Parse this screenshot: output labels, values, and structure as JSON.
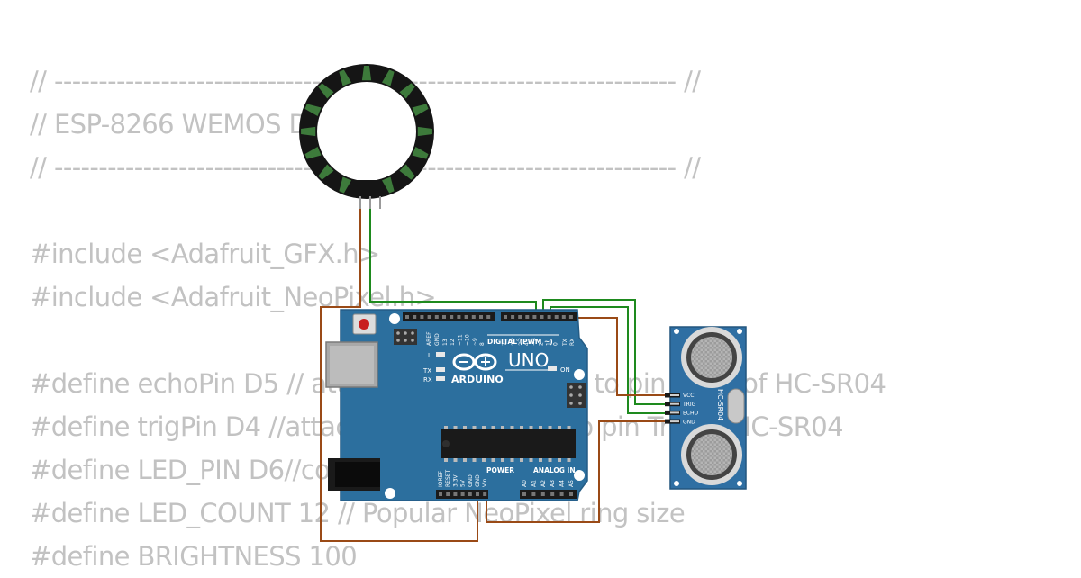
{
  "code_lines": [
    "// ---------------------------------------------------------------------- //",
    "// ESP-8266 WEMOS D1 mini",
    "// ---------------------------------------------------------------------- //",
    "",
    "#include <Adafruit_GFX.h>",
    "#include <Adafruit_NeoPixel.h>",
    "",
    "#define echoPin D5 // attach pin D5 Arduino to pin Echo of HC-SR04",
    "#define trigPin D4 //attach pin D4 Arduino to pin Trig of HC-SR04",
    "#define LED_PIN D6//connect",
    "#define LED_COUNT 12 // Popular NeoPixel ring size",
    "#define BRIGHTNESS 100"
  ],
  "arduino": {
    "brand": "ARDUINO",
    "model": "UNO",
    "digital_label": "DIGITAL (PWM ~)",
    "power_label": "POWER",
    "analog_label": "ANALOG IN",
    "on_label": "ON",
    "l_label": "L",
    "tx_label": "TX",
    "rx_label": "RX",
    "aref_label": "AREF",
    "gnd_label": "GND",
    "txo_label": "TX",
    "rxo_label": "RX",
    "digital_pins": [
      "13",
      "12",
      "~11",
      "~10",
      "~9",
      "8",
      "7",
      "~6",
      "~5",
      "4",
      "~3",
      "2",
      "1",
      "0"
    ],
    "power_pins": [
      "IOREF",
      "RESET",
      "3.3V",
      "5V",
      "GND",
      "GND",
      "Vin"
    ],
    "analog_pins": [
      "A0",
      "A1",
      "A2",
      "A3",
      "A4",
      "A5"
    ]
  },
  "sensor": {
    "name": "HC-SR04",
    "pins": [
      "VCC",
      "TRIG",
      "ECHO",
      "GND"
    ]
  },
  "neopixel": {
    "led_count": 16
  },
  "colors": {
    "board": "#2c6f9e",
    "wire_green": "#1e8a1e",
    "wire_brown": "#9a4a16",
    "code_text": "#c2c2c2",
    "ring_segment": "#3d7a3b",
    "sensor_board": "#2f6fa3"
  }
}
